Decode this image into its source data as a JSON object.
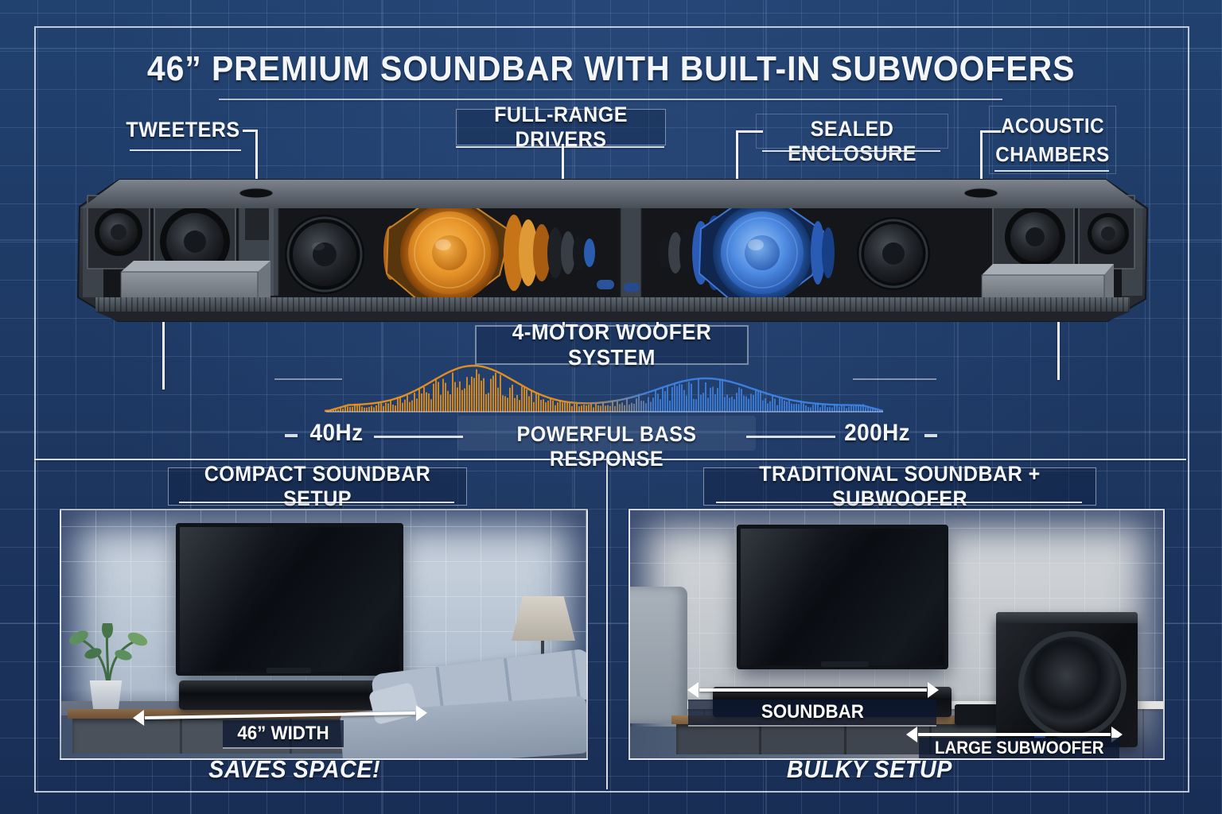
{
  "title": "46” PREMIUM SOUNDBAR WITH BUILT-IN SUBWOOFERS",
  "callouts": {
    "tweeters": "TWEETERS",
    "full_range_drivers": "FULL-RANGE DRIVERS",
    "sealed_enclosure": "SEALED ENCLOSURE",
    "acoustic_chambers": "ACOUSTIC CHAMBERS",
    "woofer_system": "4-MOTOR WOOFER SYSTEM"
  },
  "bass_response": {
    "low_freq": "40Hz",
    "label": "POWERFUL BASS RESPONSE",
    "high_freq": "200Hz"
  },
  "comparison": {
    "left": {
      "heading": "COMPACT SOUNDBAR SETUP",
      "width_label": "46” WIDTH",
      "caption": "SAVES SPACE!"
    },
    "right": {
      "heading": "TRADITIONAL SOUNDBAR + SUBWOOFER",
      "soundbar_label": "SOUNDBAR",
      "subwoofer_label": "LARGE SUBWOOFER",
      "caption": "BULKY SETUP"
    }
  },
  "colors": {
    "blueprint_bg": "#1d3766",
    "grid_line": "#33507f",
    "accent_orange": "#e8921f",
    "accent_blue": "#3e82e0",
    "text": "#f4f7fa"
  }
}
